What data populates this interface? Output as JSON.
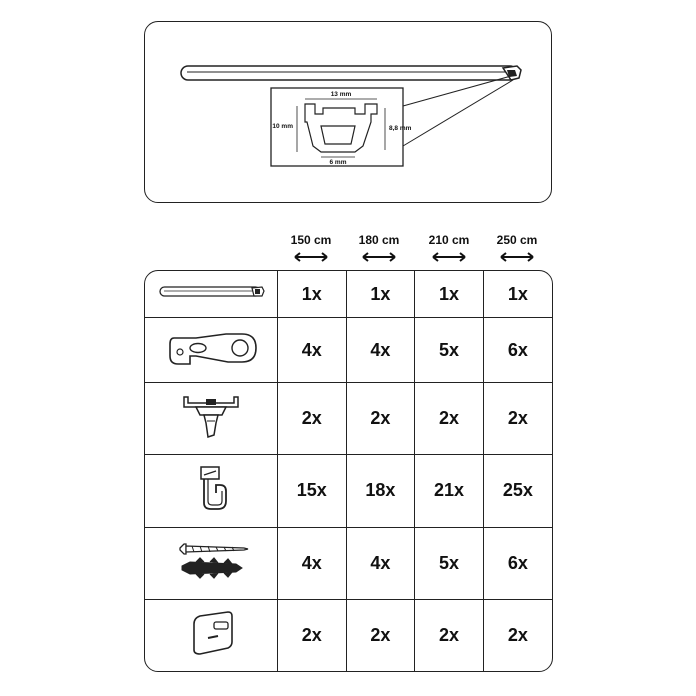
{
  "profile_diagram": {
    "dim_top": "13 mm",
    "dim_left": "10 mm",
    "dim_right": "8,8 mm",
    "dim_bottom": "6 mm"
  },
  "lengths": [
    "150 cm",
    "180 cm",
    "210 cm",
    "250 cm"
  ],
  "rows": [
    {
      "icon": "rail-profile-icon",
      "quantities": [
        "1x",
        "1x",
        "1x",
        "1x"
      ]
    },
    {
      "icon": "wall-bracket-icon",
      "quantities": [
        "4x",
        "4x",
        "5x",
        "6x"
      ]
    },
    {
      "icon": "ceiling-clip-icon",
      "quantities": [
        "2x",
        "2x",
        "2x",
        "2x"
      ]
    },
    {
      "icon": "glider-hook-icon",
      "quantities": [
        "15x",
        "18x",
        "21x",
        "25x"
      ]
    },
    {
      "icon": "screw-and-dowel-icon",
      "quantities": [
        "4x",
        "4x",
        "5x",
        "6x"
      ]
    },
    {
      "icon": "end-stop-icon",
      "quantities": [
        "2x",
        "2x",
        "2x",
        "2x"
      ]
    }
  ],
  "colors": {
    "line": "#222222",
    "background": "#ffffff"
  }
}
